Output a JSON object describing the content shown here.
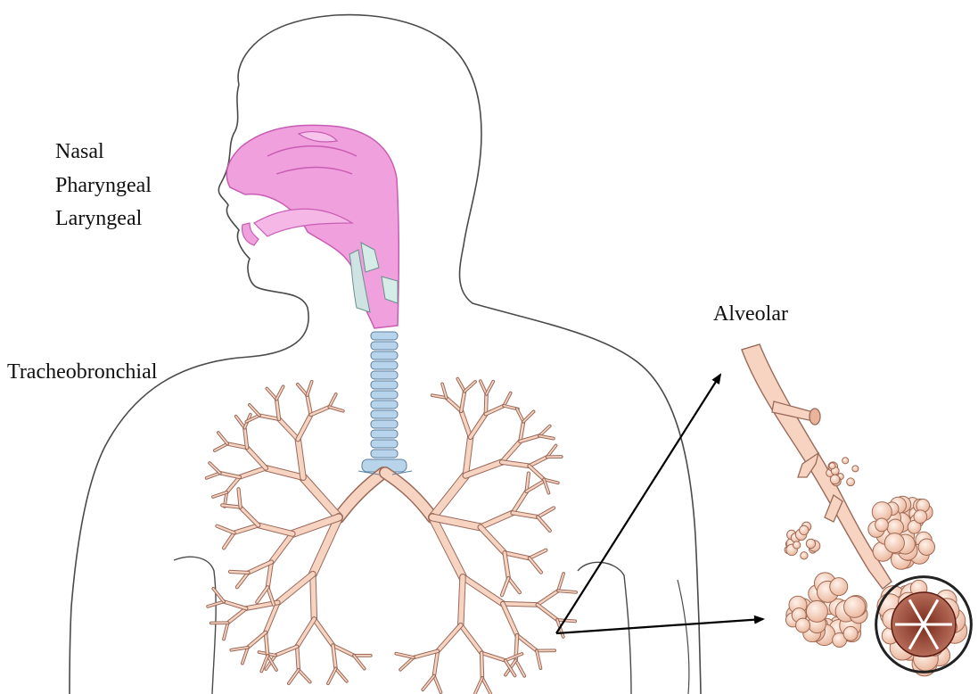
{
  "labels": {
    "nasal": "Nasal",
    "pharyngeal": "Pharyngeal",
    "laryngeal": "Laryngeal",
    "tracheobronchial": "Tracheobronchial",
    "alveolar": "Alveolar"
  },
  "colors": {
    "outline": "#4a4a4a",
    "nasal_pink": "#f0a0dc",
    "nasal_pink_dark": "#c85cb4",
    "trachea_blue": "#b8d4ea",
    "trachea_blue_dark": "#5a7fa0",
    "bronchi": "#f7d3c2",
    "bronchi_dark": "#9a6a5a",
    "alveoli": "#f5d2c0",
    "alveoli_dark": "#a06a55",
    "alveoli_inner": "#8c3c2c"
  }
}
